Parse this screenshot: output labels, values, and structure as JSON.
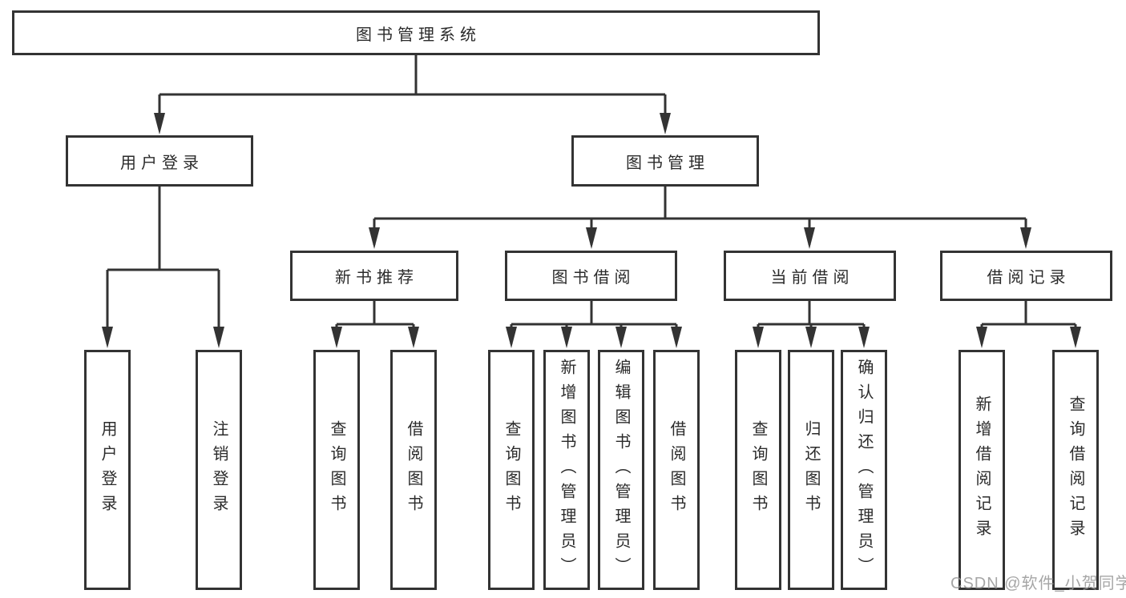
{
  "colors": {
    "line": "#333333",
    "box_border": "#333333",
    "box_fill": "#ffffff",
    "text": "#2b2b2b",
    "background": "#ffffff",
    "watermark": "#969696"
  },
  "watermark": {
    "text": "CSDN @软件_小贺同学"
  },
  "tree": {
    "root": {
      "label": "图书管理系统"
    },
    "branches": [
      {
        "label": "用户登录"
      },
      {
        "label": "图书管理"
      }
    ],
    "modules": [
      {
        "label": "新书推荐"
      },
      {
        "label": "图书借阅"
      },
      {
        "label": "当前借阅"
      },
      {
        "label": "借阅记录"
      }
    ],
    "leaves": [
      {
        "label": "用户登录"
      },
      {
        "label": "注销登录"
      },
      {
        "label": "查询图书"
      },
      {
        "label": "借阅图书"
      },
      {
        "label": "查询图书"
      },
      {
        "label": "新增图书（管理员）"
      },
      {
        "label": "编辑图书（管理员）"
      },
      {
        "label": "借阅图书"
      },
      {
        "label": "查询图书"
      },
      {
        "label": "归还图书"
      },
      {
        "label": "确认归还（管理员）"
      },
      {
        "label": "新增借阅记录"
      },
      {
        "label": "查询借阅记录"
      }
    ]
  }
}
